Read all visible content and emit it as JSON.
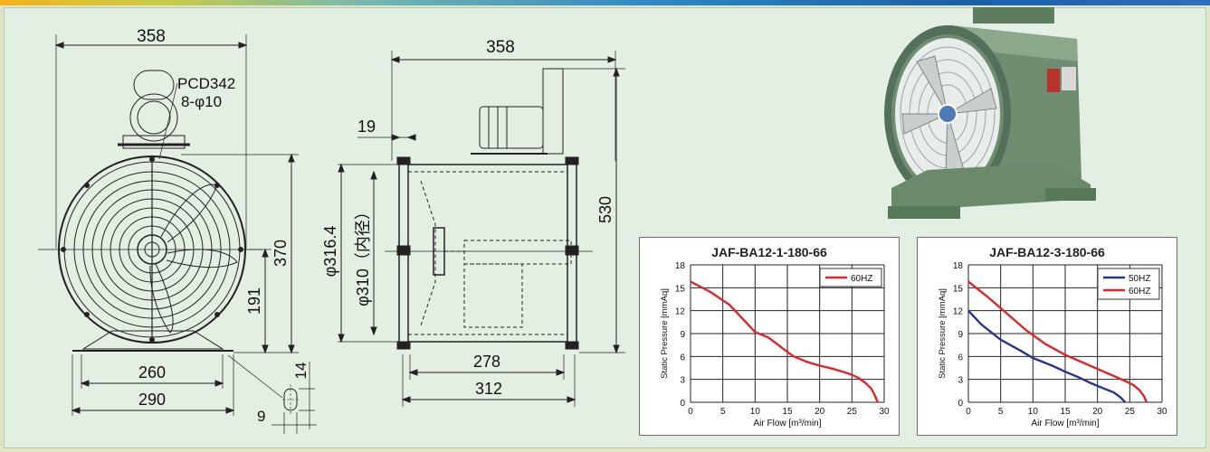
{
  "front_view": {
    "dim_width": "358",
    "pcd": "PCD342",
    "holes": "8-φ10",
    "dim_height_total": "370",
    "dim_height_center": "191",
    "dim_base_inner": "260",
    "dim_base_outer": "290",
    "dim_slot_width": "9",
    "dim_slot_length": "14"
  },
  "side_view": {
    "dim_length": "358",
    "dim_flange": "19",
    "dim_outer_dia": "φ316.4",
    "dim_inner_dia": "φ310（内径）",
    "dim_height": "530",
    "dim_base_inner": "278",
    "dim_base_outer": "312"
  },
  "colors": {
    "panel": "#e4efe3",
    "line_60hz": "#e2232a",
    "line_50hz": "#27348b",
    "fan_body": "#7c9a7c"
  },
  "chart_data": [
    {
      "type": "line",
      "title": "JAF-BA12-1-180-66",
      "xlabel": "Air Flow [m³/min]",
      "ylabel": "Static Pressure [mmAq]",
      "xlim": [
        0,
        30
      ],
      "ylim": [
        0,
        18
      ],
      "xticks": [
        0,
        5,
        10,
        15,
        20,
        25,
        30
      ],
      "yticks": [
        0,
        3,
        6,
        9,
        12,
        15,
        18
      ],
      "grid": true,
      "legend": "top-right",
      "series": [
        {
          "name": "60HZ",
          "color": "#e2232a",
          "x": [
            0,
            3,
            6,
            8,
            10,
            12,
            13,
            15,
            16,
            18,
            20,
            22,
            24,
            25,
            26,
            27,
            28,
            28.5,
            29
          ],
          "y": [
            15.8,
            14.5,
            12.8,
            11.0,
            9.2,
            8.5,
            7.9,
            6.6,
            6.0,
            5.3,
            4.8,
            4.4,
            3.9,
            3.6,
            3.2,
            2.6,
            1.8,
            1.0,
            0
          ]
        }
      ]
    },
    {
      "type": "line",
      "title": "JAF-BA12-3-180-66",
      "xlabel": "Air Flow [m³/min]",
      "ylabel": "Static Pressure [mmAq]",
      "xlim": [
        0,
        30
      ],
      "ylim": [
        0,
        18
      ],
      "xticks": [
        0,
        5,
        10,
        15,
        20,
        25,
        30
      ],
      "yticks": [
        0,
        3,
        6,
        9,
        12,
        15,
        18
      ],
      "grid": true,
      "legend": "top-right",
      "series": [
        {
          "name": "50HZ",
          "color": "#27348b",
          "x": [
            0,
            2,
            5,
            8,
            10,
            13,
            15,
            17,
            19,
            21,
            22.5,
            23.5,
            24.3
          ],
          "y": [
            12.0,
            10.2,
            8.2,
            6.8,
            5.8,
            4.8,
            4.0,
            3.3,
            2.5,
            1.8,
            1.3,
            0.7,
            0
          ]
        },
        {
          "name": "60HZ",
          "color": "#e2232a",
          "x": [
            0,
            3,
            6,
            9,
            12,
            15,
            18,
            21,
            24,
            25.5,
            26.5,
            27.2,
            27.6
          ],
          "y": [
            15.8,
            13.8,
            11.6,
            9.4,
            7.6,
            6.2,
            5.1,
            4.0,
            2.9,
            2.3,
            1.6,
            0.8,
            0
          ]
        }
      ]
    }
  ]
}
